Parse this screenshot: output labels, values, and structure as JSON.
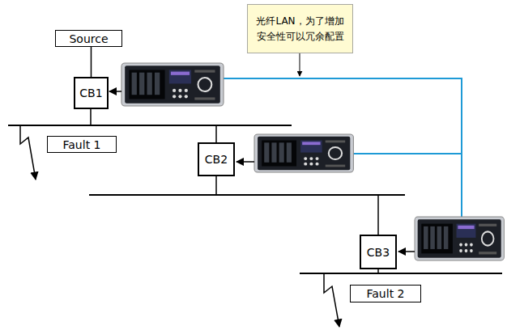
{
  "diagram": {
    "nodes": [
      {
        "text": [
          "光纤LAN，为了增加安全性可以冗余配置"
        ]
      },
      {
        "text": [
          "Source"
        ]
      },
      {
        "text": [
          "CB1"
        ]
      },
      {
        "text": [
          "Fault 1"
        ]
      },
      {
        "text": [
          "CB2"
        ]
      },
      {
        "text": [
          "CB3"
        ]
      },
      {
        "text": [
          "Fault 2"
        ]
      }
    ],
    "edges": [
      {
        "from": 1,
        "to": 2,
        "arrow": "none"
      }
    ]
  }
}
